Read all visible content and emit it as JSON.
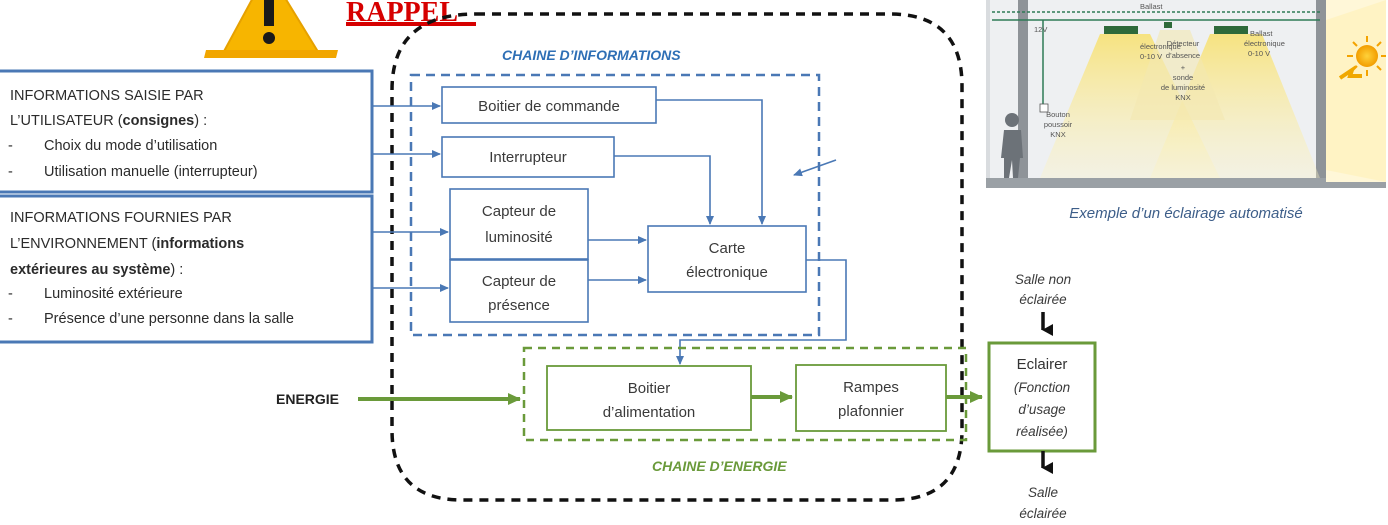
{
  "header": {
    "rappel": "RAPPEL"
  },
  "chain_info": {
    "title": "CHAINE D’INFORMATIONS",
    "boitier_commande": "Boitier de commande",
    "interrupteur": "Interrupteur",
    "capteur_lum": [
      "Capteur de",
      "luminosité"
    ],
    "capteur_pres": [
      "Capteur de",
      "présence"
    ],
    "carte": [
      "Carte",
      "électronique"
    ]
  },
  "chain_energy": {
    "title": "CHAINE D’ENERGIE",
    "boitier_alim": [
      "Boitier",
      "d’alimentation"
    ],
    "rampes": [
      "Rampes",
      "plafonnier"
    ]
  },
  "user_info": {
    "title_line1": "INFORMATIONS SAISIE PAR",
    "title_line2_prefix": "L’UTILISATEUR (",
    "title_line2_bold": "consignes",
    "title_line2_suffix": ") :",
    "items": [
      "Choix du mode d’utilisation",
      "Utilisation manuelle (interrupteur)"
    ]
  },
  "env_info": {
    "title_line1": "INFORMATIONS FOURNIES PAR",
    "title_line2_prefix": "L’ENVIRONNEMENT (",
    "title_line2_bold": "informations",
    "title_line3_bold": "extérieures au système",
    "title_line3_suffix": ") :",
    "items": [
      "Luminosité extérieure",
      "Présence d’une personne dans la salle"
    ]
  },
  "energy_input": "ENERGIE",
  "function": {
    "input": [
      "Salle non",
      "éclairée"
    ],
    "main": "Eclairer",
    "sub": [
      "(Fonction",
      "d’usage",
      "réalisée)"
    ],
    "output": [
      "Salle",
      "éclairée"
    ]
  },
  "photo": {
    "caption": "Exemple d’un éclairage automatisé",
    "labels": {
      "voltage": "12V",
      "ballast_left": [
        "Ballast",
        "électronique",
        "0-10 V"
      ],
      "ballast_right": [
        "Ballast",
        "électronique",
        "0-10 V"
      ],
      "detector": [
        "Détecteur",
        "d’absence",
        "+",
        "sonde",
        "de luminosité",
        "KNX"
      ],
      "button": [
        "Bouton",
        "poussoir",
        "KNX"
      ]
    }
  },
  "colors": {
    "blue": "#4a78b5",
    "green": "#6a9a3a",
    "black": "#111111",
    "warning_yellow": "#f5b400"
  },
  "icons": [
    "warning-icon",
    "sun-icon",
    "person-icon"
  ]
}
